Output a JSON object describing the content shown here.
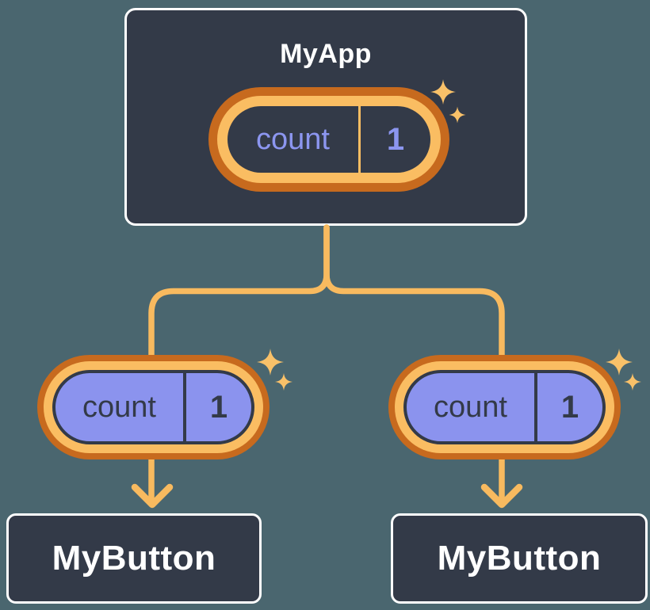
{
  "tree": {
    "root": {
      "title": "MyApp",
      "state": {
        "name": "count",
        "value": "1"
      }
    },
    "children": [
      {
        "title": "MyButton",
        "state": {
          "name": "count",
          "value": "1"
        }
      },
      {
        "title": "MyButton",
        "state": {
          "name": "count",
          "value": "1"
        }
      }
    ]
  },
  "icons": {
    "sparkle": "sparkle-icon",
    "arrow": "arrow-down-icon"
  },
  "colors": {
    "background": "#4a666f",
    "card_background": "#333a48",
    "card_border": "#ffffff",
    "title_text": "#ffffff",
    "pill_ring_outer": "#c76a1e",
    "pill_ring_inner": "#fabd62",
    "pill_fill_child": "#8b93ee",
    "state_text_parent": "#8c96f0",
    "state_text_child": "#333a48",
    "connector": "#f8ba5f",
    "sparkle": "#f9c169"
  }
}
